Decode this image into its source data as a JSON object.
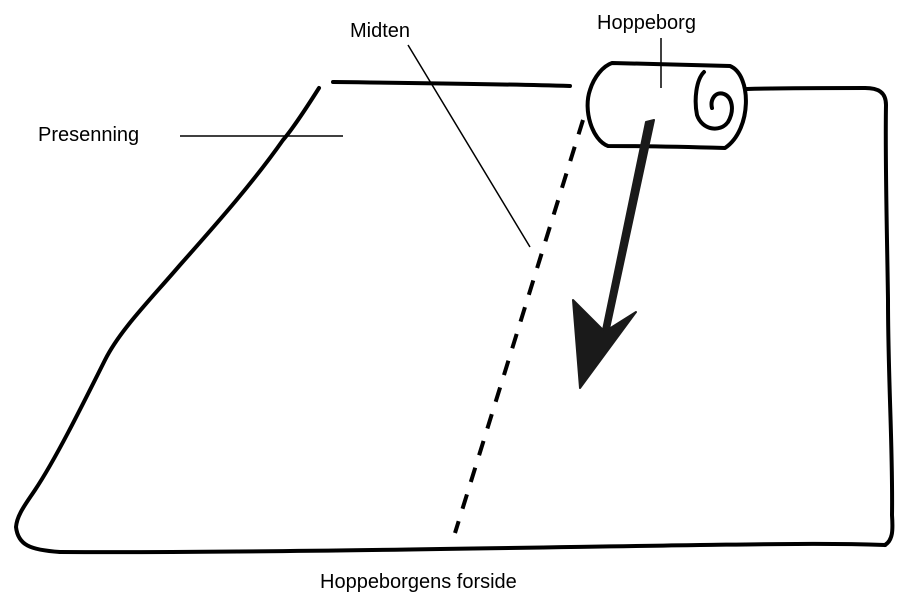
{
  "labels": {
    "tarp": "Presenning",
    "middle": "Midten",
    "bouncy_castle": "Hoppeborg",
    "front": "Hoppeborgens forside"
  },
  "colors": {
    "ink": "#000000",
    "arrow": "#1a1a1a",
    "background": "#ffffff"
  }
}
